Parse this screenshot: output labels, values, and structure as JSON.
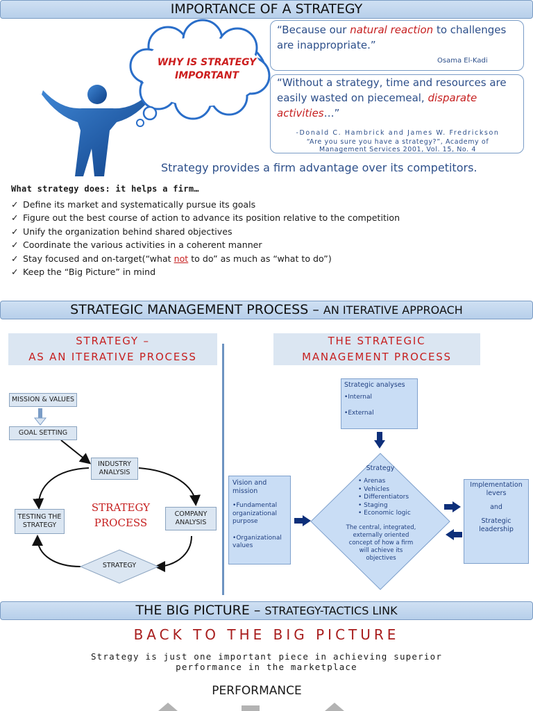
{
  "section1": {
    "banner": "IMPORTANCE OF A STRATEGY",
    "cloud_label": "WHY IS STRATEGY IMPORTANT",
    "quote1": {
      "pre": "“Because our ",
      "red": "natural reaction",
      "post": " to challenges are inappropriate.”",
      "author": "Osama El-Kadi"
    },
    "quote2": {
      "pre": "“Without a strategy, time and resources are easily wasted on piecemeal, ",
      "red": "disparate activities",
      "post": "…”",
      "author": "-Donald C. Hambrick and James W. Fredrickson",
      "source_line1": "“Are you sure you have a strategy?”, Academy of",
      "source_line2": "Management Services 2001, Vol. 15, No. 4"
    },
    "tagline": "Strategy provides a firm advantage over its competitors.",
    "does_title": "What strategy does: it helps a firm…",
    "items": [
      "Define its market and systematically pursue its goals",
      "Figure out the best course of action to advance its position relative to the competition",
      "Unify the  organization behind shared objectives",
      "Coordinate the various activities in a coherent manner"
    ],
    "item5": {
      "pre": "Stay focused and on-target(“what ",
      "not": "not",
      "post": " to do” as much as “what to do”)"
    },
    "item6": "Keep the “Big Picture” in mind"
  },
  "section2": {
    "banner_main": "STRATEGIC MANAGEMENT PROCESS –",
    "banner_sub": "AN ITERATIVE APPROACH",
    "left_title_1": "STRATEGY –",
    "left_title_2": "AS AN ITERATIVE PROCESS",
    "right_title_1": "THE STRATEGIC",
    "right_title_2": "MANAGEMENT PROCESS",
    "flow": {
      "mission": "MISSION & VALUES",
      "goal": "GOAL SETTING",
      "industry": "INDUSTRY ANALYSIS",
      "company": "COMPANY ANALYSIS",
      "testing": "TESTING THE STRATEGY",
      "strategy": "STRATEGY",
      "center_1": "STRATEGY",
      "center_2": "PROCESS"
    },
    "smp": {
      "analyses_title": "Strategic analyses",
      "analyses_items": [
        "Internal",
        "External"
      ],
      "vision_title": "Vision and mission",
      "vision_items": [
        "Fundamental organizational purpose",
        "Organizational values"
      ],
      "diamond_title": "Strategy",
      "diamond_items": [
        "Arenas",
        "Vehicles",
        "Differentiators",
        "Staging",
        "Economic logic"
      ],
      "diamond_desc": "The central, integrated, externally oriented concept of how a firm will achieve its objectives",
      "impl_1": "Implementation levers",
      "impl_2": "and",
      "impl_3": "Strategic leadership"
    }
  },
  "section3": {
    "banner_main": "THE BIG PICTURE –",
    "banner_sub": "STRATEGY-TACTICS LINK",
    "title": "BACK TO THE BIG PICTURE",
    "text": "Strategy is just one important piece in achieving superior performance in the marketplace",
    "performance": "PERFORMANCE"
  },
  "colors": {
    "banner": "#c5d8ee",
    "red": "#c62020",
    "blue_text": "#2d4f8a",
    "box_blue": "#c9ddf5"
  }
}
